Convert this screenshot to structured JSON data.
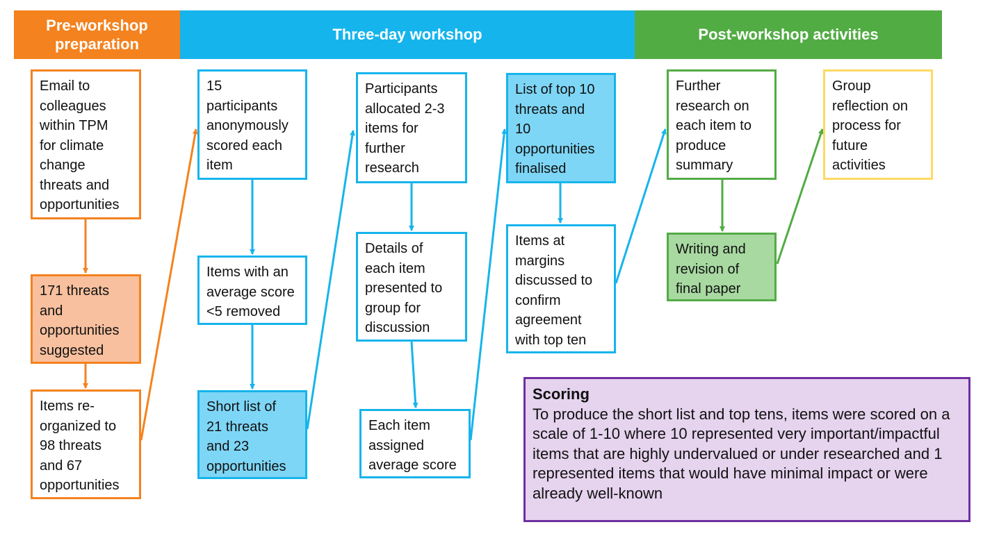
{
  "headers": {
    "pre": "Pre-workshop\npreparation",
    "three_day": "Three-day workshop",
    "post": "Post-workshop activities"
  },
  "colors": {
    "pre": "#f4821f",
    "three_day": "#16b4ec",
    "post": "#52ac44",
    "reflection": "#ffd966",
    "scoring": "#7030a0"
  },
  "pre": {
    "email": "Email to\ncolleagues\nwithin TPM\nfor climate\nchange\nthreats and\nopportunities",
    "suggested": "171 threats\nand\nopportunities\nsuggested",
    "reorganized": "Items re-\norganized to\n98 threats\nand 67\nopportunities"
  },
  "workshop": {
    "scored": "15\nparticipants\nanonymously\nscored each\nitem",
    "removed": "Items with an\naverage score\n<5 removed",
    "shortlist": "Short list of\n21 threats\nand 23\nopportunities",
    "allocated": "Participants\nallocated 2-3\nitems for\nfurther\nresearch",
    "details": "Details of\neach item\npresented to\ngroup for\ndiscussion",
    "assigned": "Each item\nassigned\naverage score",
    "top10": "List of top 10\nthreats and\n10\nopportunities\nfinalised",
    "margins": "Items at\nmargins\ndiscussed to\nconfirm\nagreement\nwith top ten"
  },
  "post": {
    "research": "Further\nresearch on\neach item to\nproduce\nsummary",
    "writing": "Writing and\nrevision of\nfinal paper",
    "reflection": "Group\nreflection on\nprocess for\nfuture\nactivities"
  },
  "scoring": {
    "title": "Scoring",
    "text": "To produce the short list and top tens, items were scored on a scale of 1-10 where 10 represented very important/impactful items that are highly undervalued or under researched and 1 represented items that would have minimal impact or were already well-known"
  }
}
